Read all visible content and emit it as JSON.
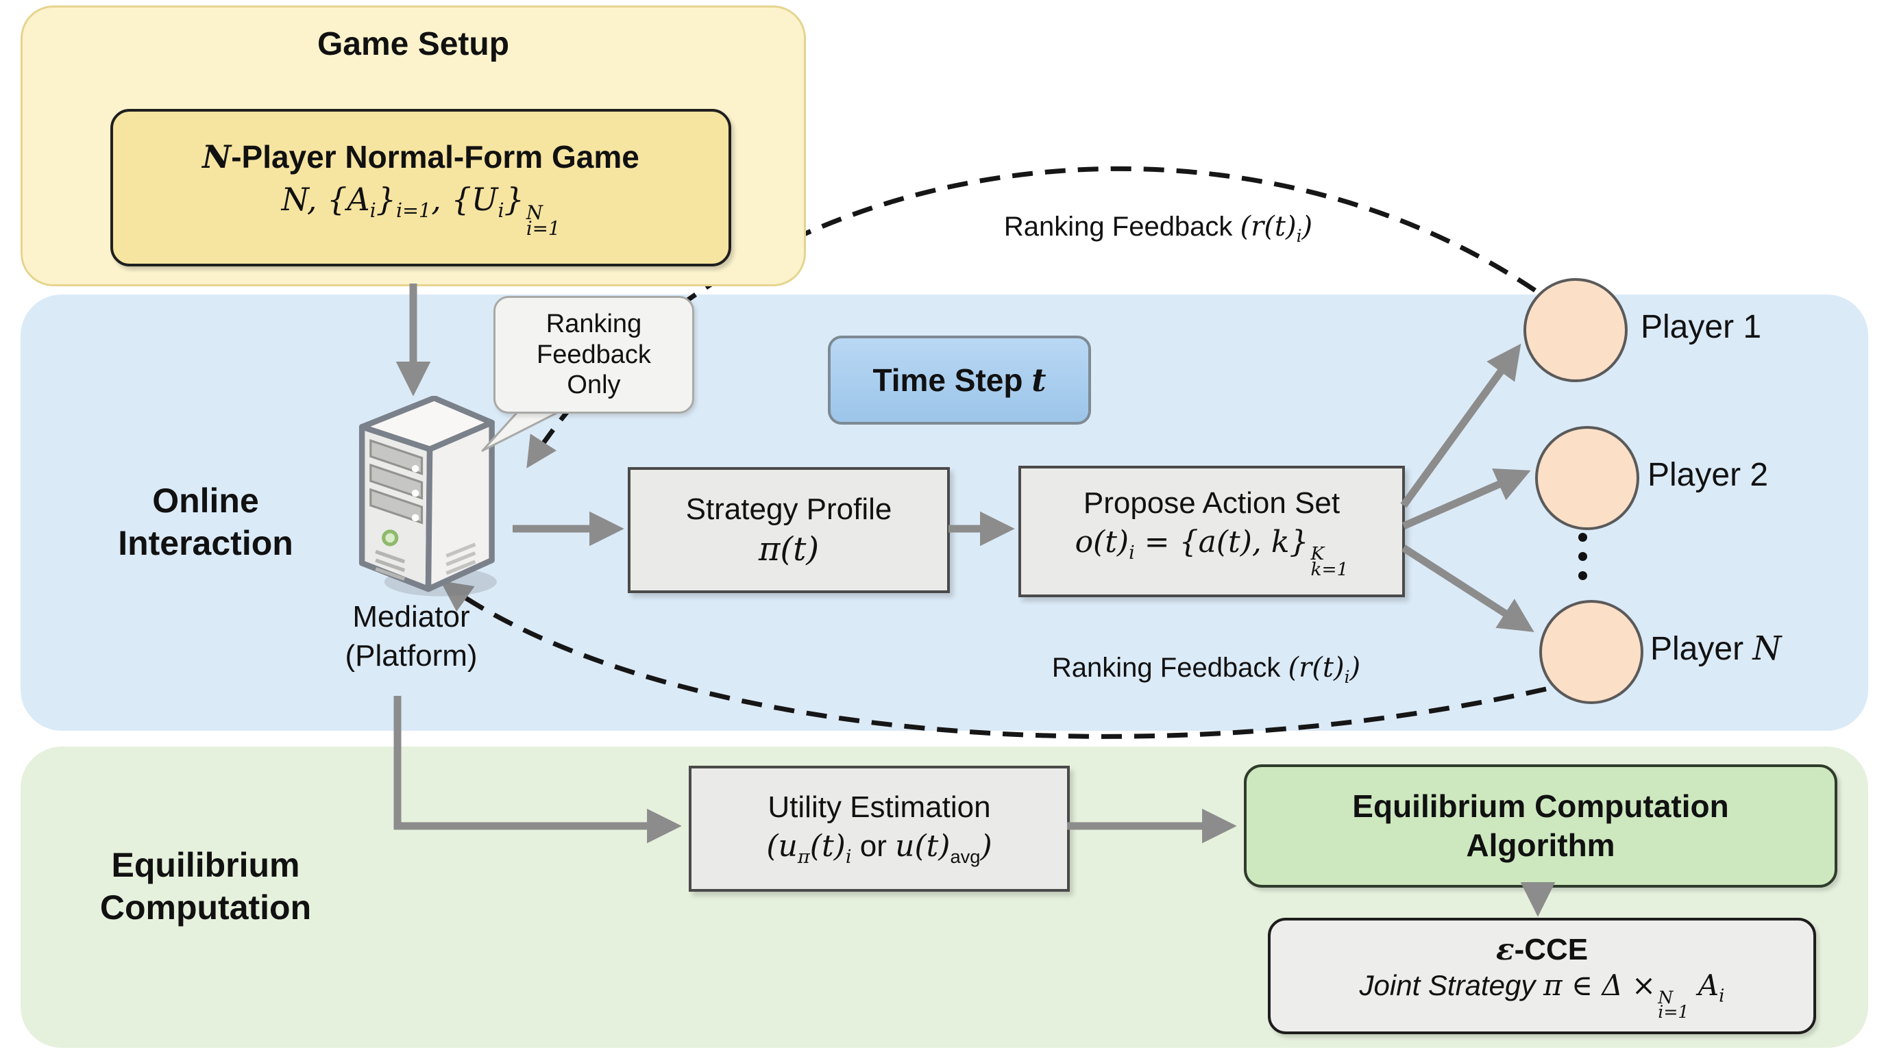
{
  "game_setup": {
    "title": "Game Setup",
    "game_box": {
      "title_var": "N",
      "title_rest": "-Player Normal-Form Game",
      "formula": {
        "p1": "N, {A",
        "sub1": "i",
        "p2": "}",
        "sub2": "i=1",
        "p3": ", {U",
        "sub3": "i",
        "p4": "}",
        "sup4": "N",
        "sub4": "i=1"
      }
    }
  },
  "online_interaction": {
    "section_label": {
      "line1": "Online",
      "line2": "Interaction"
    },
    "bubble": {
      "line1": "Ranking",
      "line2": "Feedback",
      "line3": "Only"
    },
    "mediator": {
      "line1": "Mediator",
      "line2": "(Platform)"
    },
    "time_step": {
      "prefix": "Time Step ",
      "var": "t"
    },
    "strategy_profile": {
      "title": "Strategy Profile",
      "formula": "π(t)"
    },
    "propose_action": {
      "title": "Propose Action Set",
      "formula": {
        "p1": "o(t)",
        "sub1": "i",
        "p2": " = {a(t), k}",
        "sup3": "K",
        "sub3": "k=1"
      }
    },
    "ranking_top": {
      "text": "Ranking Feedback ",
      "math_p1": "(r(t)",
      "math_sub": "i",
      "math_p2": ")"
    },
    "ranking_bottom": {
      "text": "Ranking Feedback ",
      "math_p1": "(r(t)",
      "math_sub": "i",
      "math_p2": ")"
    },
    "players": [
      {
        "label": "Player 1"
      },
      {
        "label": "Player 2"
      },
      {
        "label_prefix": "Player ",
        "label_var": "N"
      }
    ]
  },
  "equilibrium_computation": {
    "section_label": {
      "line1": "Equilibrium",
      "line2": "Computation"
    },
    "utility": {
      "title": "Utility Estimation",
      "formula": {
        "p1": "(u",
        "sub1": "π",
        "p2": "(t)",
        "sub2": "i",
        "p3": " or ",
        "p4": "u(t)",
        "sub4": "avg",
        "p5": ")"
      }
    },
    "algorithm": {
      "line1": "Equilibrium Computation",
      "line2": "Algorithm"
    },
    "ecce": {
      "title_eps": "ε",
      "title_rest": "-CCE",
      "subtitle_text": "Joint Strategy ",
      "subtitle_math_p1": "π ∈ Δ ×",
      "subtitle_sup": "N",
      "subtitle_sub": "i=1",
      "subtitle_p2": " A",
      "subtitle_sub2": "i"
    }
  },
  "icons": {
    "server": "server-tower-icon",
    "bubble": "speech-bubble"
  },
  "colors": {
    "band_blue": "#dbeaf7",
    "band_green": "#e6f1dd",
    "panel_yellow": "#fcf3cd",
    "inner_yellow": "#f6e4a1",
    "time_step_blue": "#a9cdee",
    "box_gray": "#eaeae8",
    "algorithm_green": "#cde8bf",
    "player_circle": "#fcdfc7",
    "arrow_gray": "#8c8c8c",
    "dashed_black": "#161616"
  }
}
